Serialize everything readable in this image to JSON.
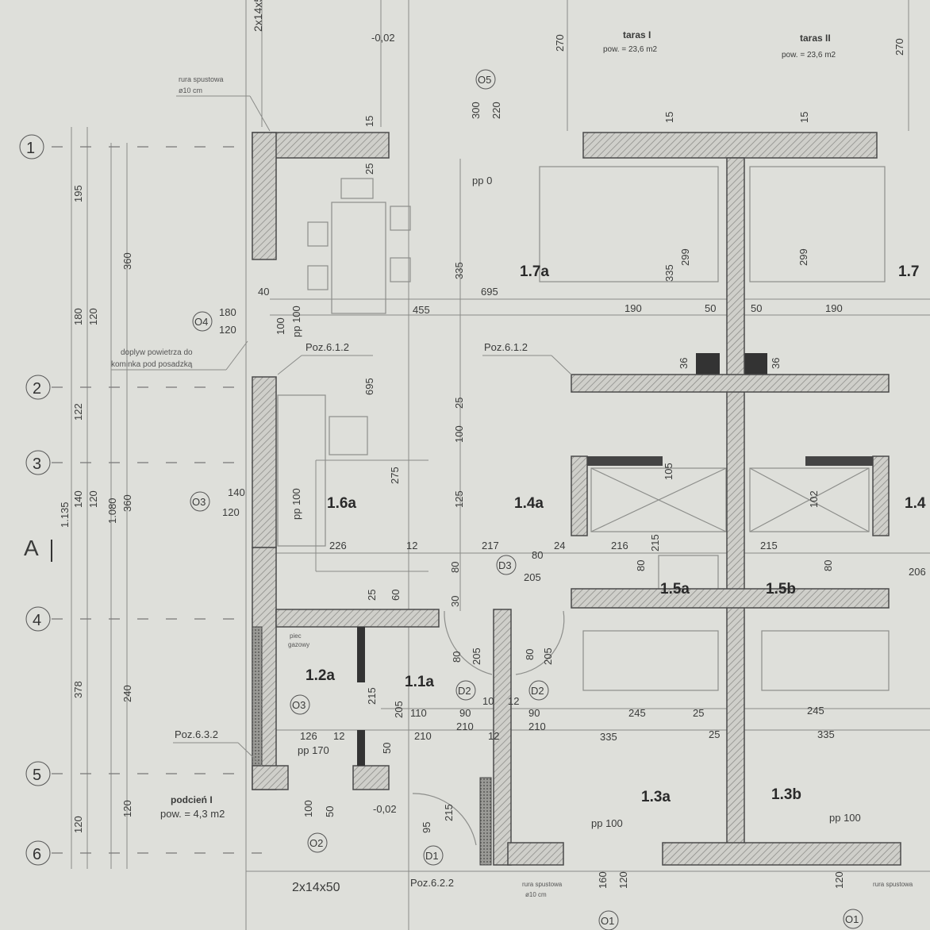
{
  "terraces": [
    {
      "name": "taras I",
      "area": "pow. = 23,6 m2"
    },
    {
      "name": "taras II",
      "area": "pow. = 23,6 m2"
    }
  ],
  "porch": {
    "name": "podcień I",
    "area": "pow. = 4,3 m2"
  },
  "rooms": [
    "1.7a",
    "1.6a",
    "1.4a",
    "1.5a",
    "1.5b",
    "1.2a",
    "1.1a",
    "1.3a",
    "1.3b",
    "1.7",
    "1.4"
  ],
  "axes": [
    "1",
    "2",
    "3",
    "4",
    "5",
    "6",
    "A"
  ],
  "openings": [
    "O5",
    "O4",
    "O3",
    "D3",
    "D2",
    "D2",
    "O3",
    "O2",
    "D1",
    "O1",
    "O1"
  ],
  "notes": {
    "downpipe_top": "rura spustowa",
    "downpipe_top_d": "ø10 cm",
    "air_supply_1": "doplyw powietrza do",
    "air_supply_2": "kominka pod posadzką",
    "poz612a": "Poz.6.1.2",
    "poz612b": "Poz.6.1.2",
    "poz632": "Poz.6.3.2",
    "poz622": "Poz.6.2.2",
    "gas_stove_1": "piec",
    "gas_stove_2": "gazowy",
    "downpipe_bottom": "rura spustowa",
    "downpipe_bottom_d": "ø10 cm",
    "downpipe_right": "rura spustowa",
    "brick_top": "2x14x50",
    "brick_bottom": "2x14x50",
    "level_top": "-0,02",
    "level_bottom": "-0,02",
    "pp0": "pp 0",
    "pp100a": "pp 100",
    "pp100b": "pp 100",
    "pp100c": "pp 100",
    "pp100d": "pp 100",
    "pp170": "pp 170"
  },
  "dims_left": [
    "195",
    "360",
    "180",
    "120",
    "122",
    "1.135",
    "140",
    "120",
    "1.080",
    "360",
    "378",
    "240",
    "120",
    "120"
  ],
  "dims": [
    "15",
    "25",
    "300",
    "220",
    "270",
    "270",
    "15",
    "15",
    "335",
    "335",
    "299",
    "299",
    "695",
    "455",
    "190",
    "190",
    "50",
    "50",
    "40",
    "180",
    "120",
    "100",
    "695",
    "25",
    "100",
    "125",
    "275",
    "226",
    "12",
    "217",
    "80",
    "205",
    "24",
    "216",
    "215",
    "215",
    "105",
    "102",
    "140",
    "120",
    "25",
    "60",
    "80",
    "30",
    "205",
    "205",
    "80",
    "80",
    "215",
    "205",
    "110",
    "90",
    "210",
    "10",
    "12",
    "90",
    "210",
    "245",
    "245",
    "25",
    "25",
    "335",
    "335",
    "126",
    "12",
    "210",
    "12",
    "50",
    "100",
    "50",
    "95",
    "215",
    "160",
    "120",
    "120",
    "36",
    "36",
    "80",
    "80",
    "206"
  ]
}
